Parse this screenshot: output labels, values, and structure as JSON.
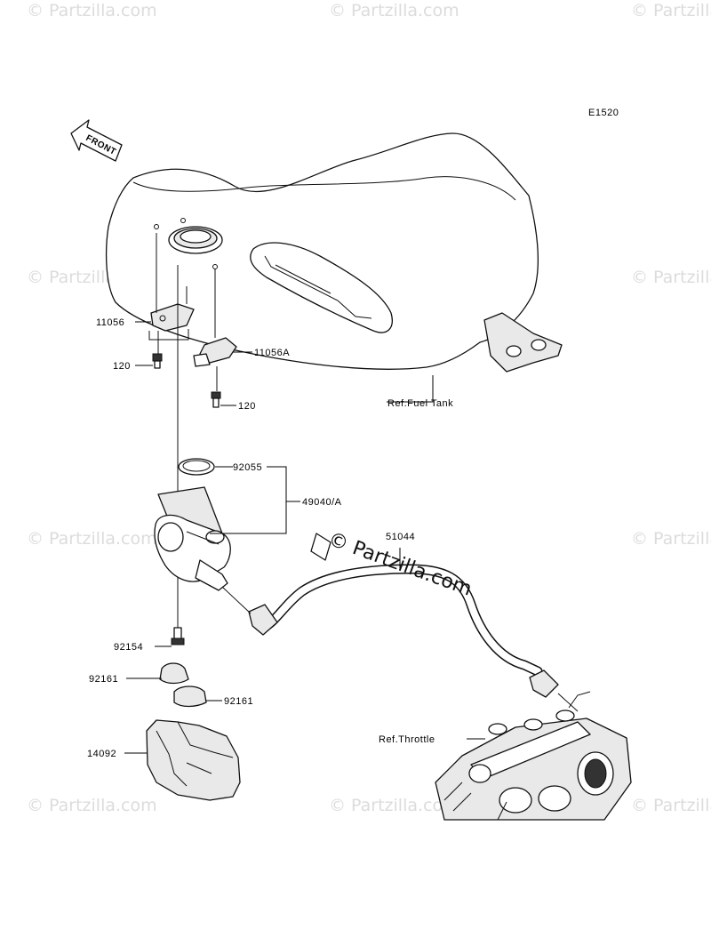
{
  "diagram_code": "E1520",
  "front_label": "FRONT",
  "watermark": "© Partzilla.com",
  "labels": {
    "p11056": "11056",
    "p11056a": "11056A",
    "p120a": "120",
    "p120b": "120",
    "ref_tank": "Ref.Fuel Tank",
    "p92055": "92055",
    "p49040": "49040/A",
    "p51044": "51044",
    "p92154": "92154",
    "p92161a": "92161",
    "p92161b": "92161",
    "p14092": "14092",
    "ref_throttle": "Ref.Throttle"
  }
}
